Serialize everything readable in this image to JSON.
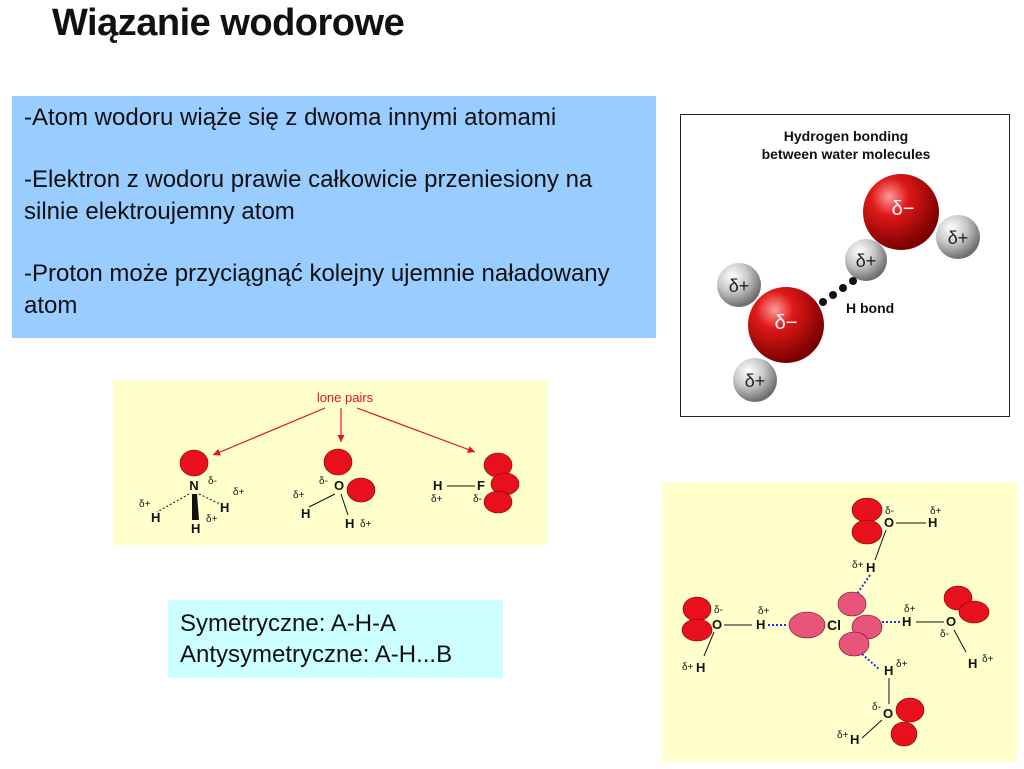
{
  "slide": {
    "title": "Wiązanie wodorowe"
  },
  "bullets": [
    "-Atom wodoru wiąże się z dwoma innymi atomami",
    "-Elektron z wodoru prawie całkowicie przeniesiony na silnie elektroujemny atom",
    "-Proton może przyciągnąć kolejny ujemnie naładowany atom"
  ],
  "water_figure": {
    "title_line1": "Hydrogen bonding",
    "title_line2": "between water molecules",
    "h_bond_label": "H bond",
    "delta_minus": "δ−",
    "delta_plus": "δ+"
  },
  "lone_pairs_figure": {
    "label": "lone pairs",
    "n": "N",
    "o": "O",
    "f": "F",
    "h": "H",
    "d_minus": "δ-",
    "d_plus": "δ+"
  },
  "symmetry": {
    "line1": "Symetryczne: A-H-A",
    "line2": "Antysymetryczne: A-H...B"
  },
  "hcl_figure": {
    "cl": "Cl",
    "o": "O",
    "h": "H",
    "d_minus": "δ-",
    "d_plus": "δ+"
  },
  "colors": {
    "blue_box": "#99ccff",
    "yellow_panel": "#ffffcc",
    "cyan_box": "#ccffff",
    "lone_pair_red": "#e8101c",
    "cl_pink": "#e8557a"
  }
}
